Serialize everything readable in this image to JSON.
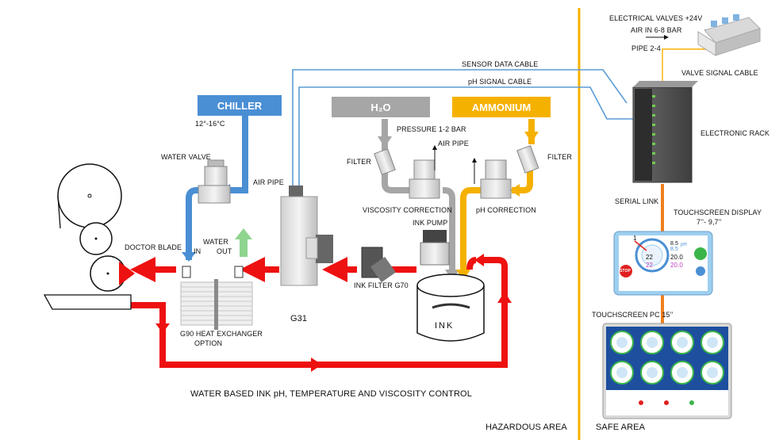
{
  "colors": {
    "red": "#ee1111",
    "blue": "#4a8fd4",
    "gray": "#a6a6a6",
    "orange": "#f5b100",
    "chiller_box": "#4a8fd4",
    "h2o_box": "#a6a6a6",
    "ammonium_box": "#f5b100",
    "cable": "#5b9bd5",
    "divider": "#f5b100",
    "serial_link": "#f07f1e",
    "green_arrow": "#8fd48f"
  },
  "boxes": {
    "chiller": "CHILLER",
    "h2o": "H₂O",
    "ammonium": "AMMONIUM"
  },
  "labels": {
    "chiller_temp": "12°-16°C",
    "water_valve": "WATER VALVE",
    "air_pipe_left": "AIR PIPE",
    "water": "WATER",
    "in": "IN",
    "out": "OUT",
    "doctor_blade": "DOCTOR BLADE",
    "heat_exchanger_1": "G90 HEAT EXCHANGER",
    "heat_exchanger_2": "OPTION",
    "g31": "G31",
    "ink_filter": "INK FILTER G70",
    "ink_pump": "INK PUMP",
    "ink": "INK",
    "filter_left": "FILTER",
    "filter_right": "FILTER",
    "pressure": "PRESSURE 1-2 BAR",
    "air_pipe_center": "AIR PIPE",
    "viscosity_correction": "VISCOSITY CORRECTION",
    "ph_correction": "pH CORRECTION",
    "sensor_data_cable": "SENSOR DATA CABLE",
    "ph_signal_cable": "pH SIGNAL CABLE",
    "electrical_valves": "ELECTRICAL VALVES +24V",
    "air_in": "AIR IN 6-8 BAR",
    "pipe": "PIPE 2-4",
    "valve_signal_cable": "VALVE SIGNAL CABLE",
    "electronic_rack": "ELECTRONIC RACK",
    "serial_link": "SERIAL LINK",
    "touchscreen_display_1": "TOUCHSCREEN DISPLAY",
    "touchscreen_display_2": "7’’- 9,7’’",
    "touchscreen_pc": "TOUCHSCREEN PC 15’’",
    "main_caption": "WATER BASED INK pH, TEMPERATURE AND VISCOSITY CONTROL",
    "hazardous_area": "HAZARDOUS AREA",
    "safe_area": "SAFE AREA"
  },
  "display": {
    "gauge_top": "8.5",
    "gauge_unit": "pH",
    "gauge_sub": "8.5",
    "temp_val": "22",
    "temp_sub": "22",
    "visc_val": "20.0",
    "visc_sub": "20.0",
    "stop": "STOP",
    "tile_index": "1"
  }
}
